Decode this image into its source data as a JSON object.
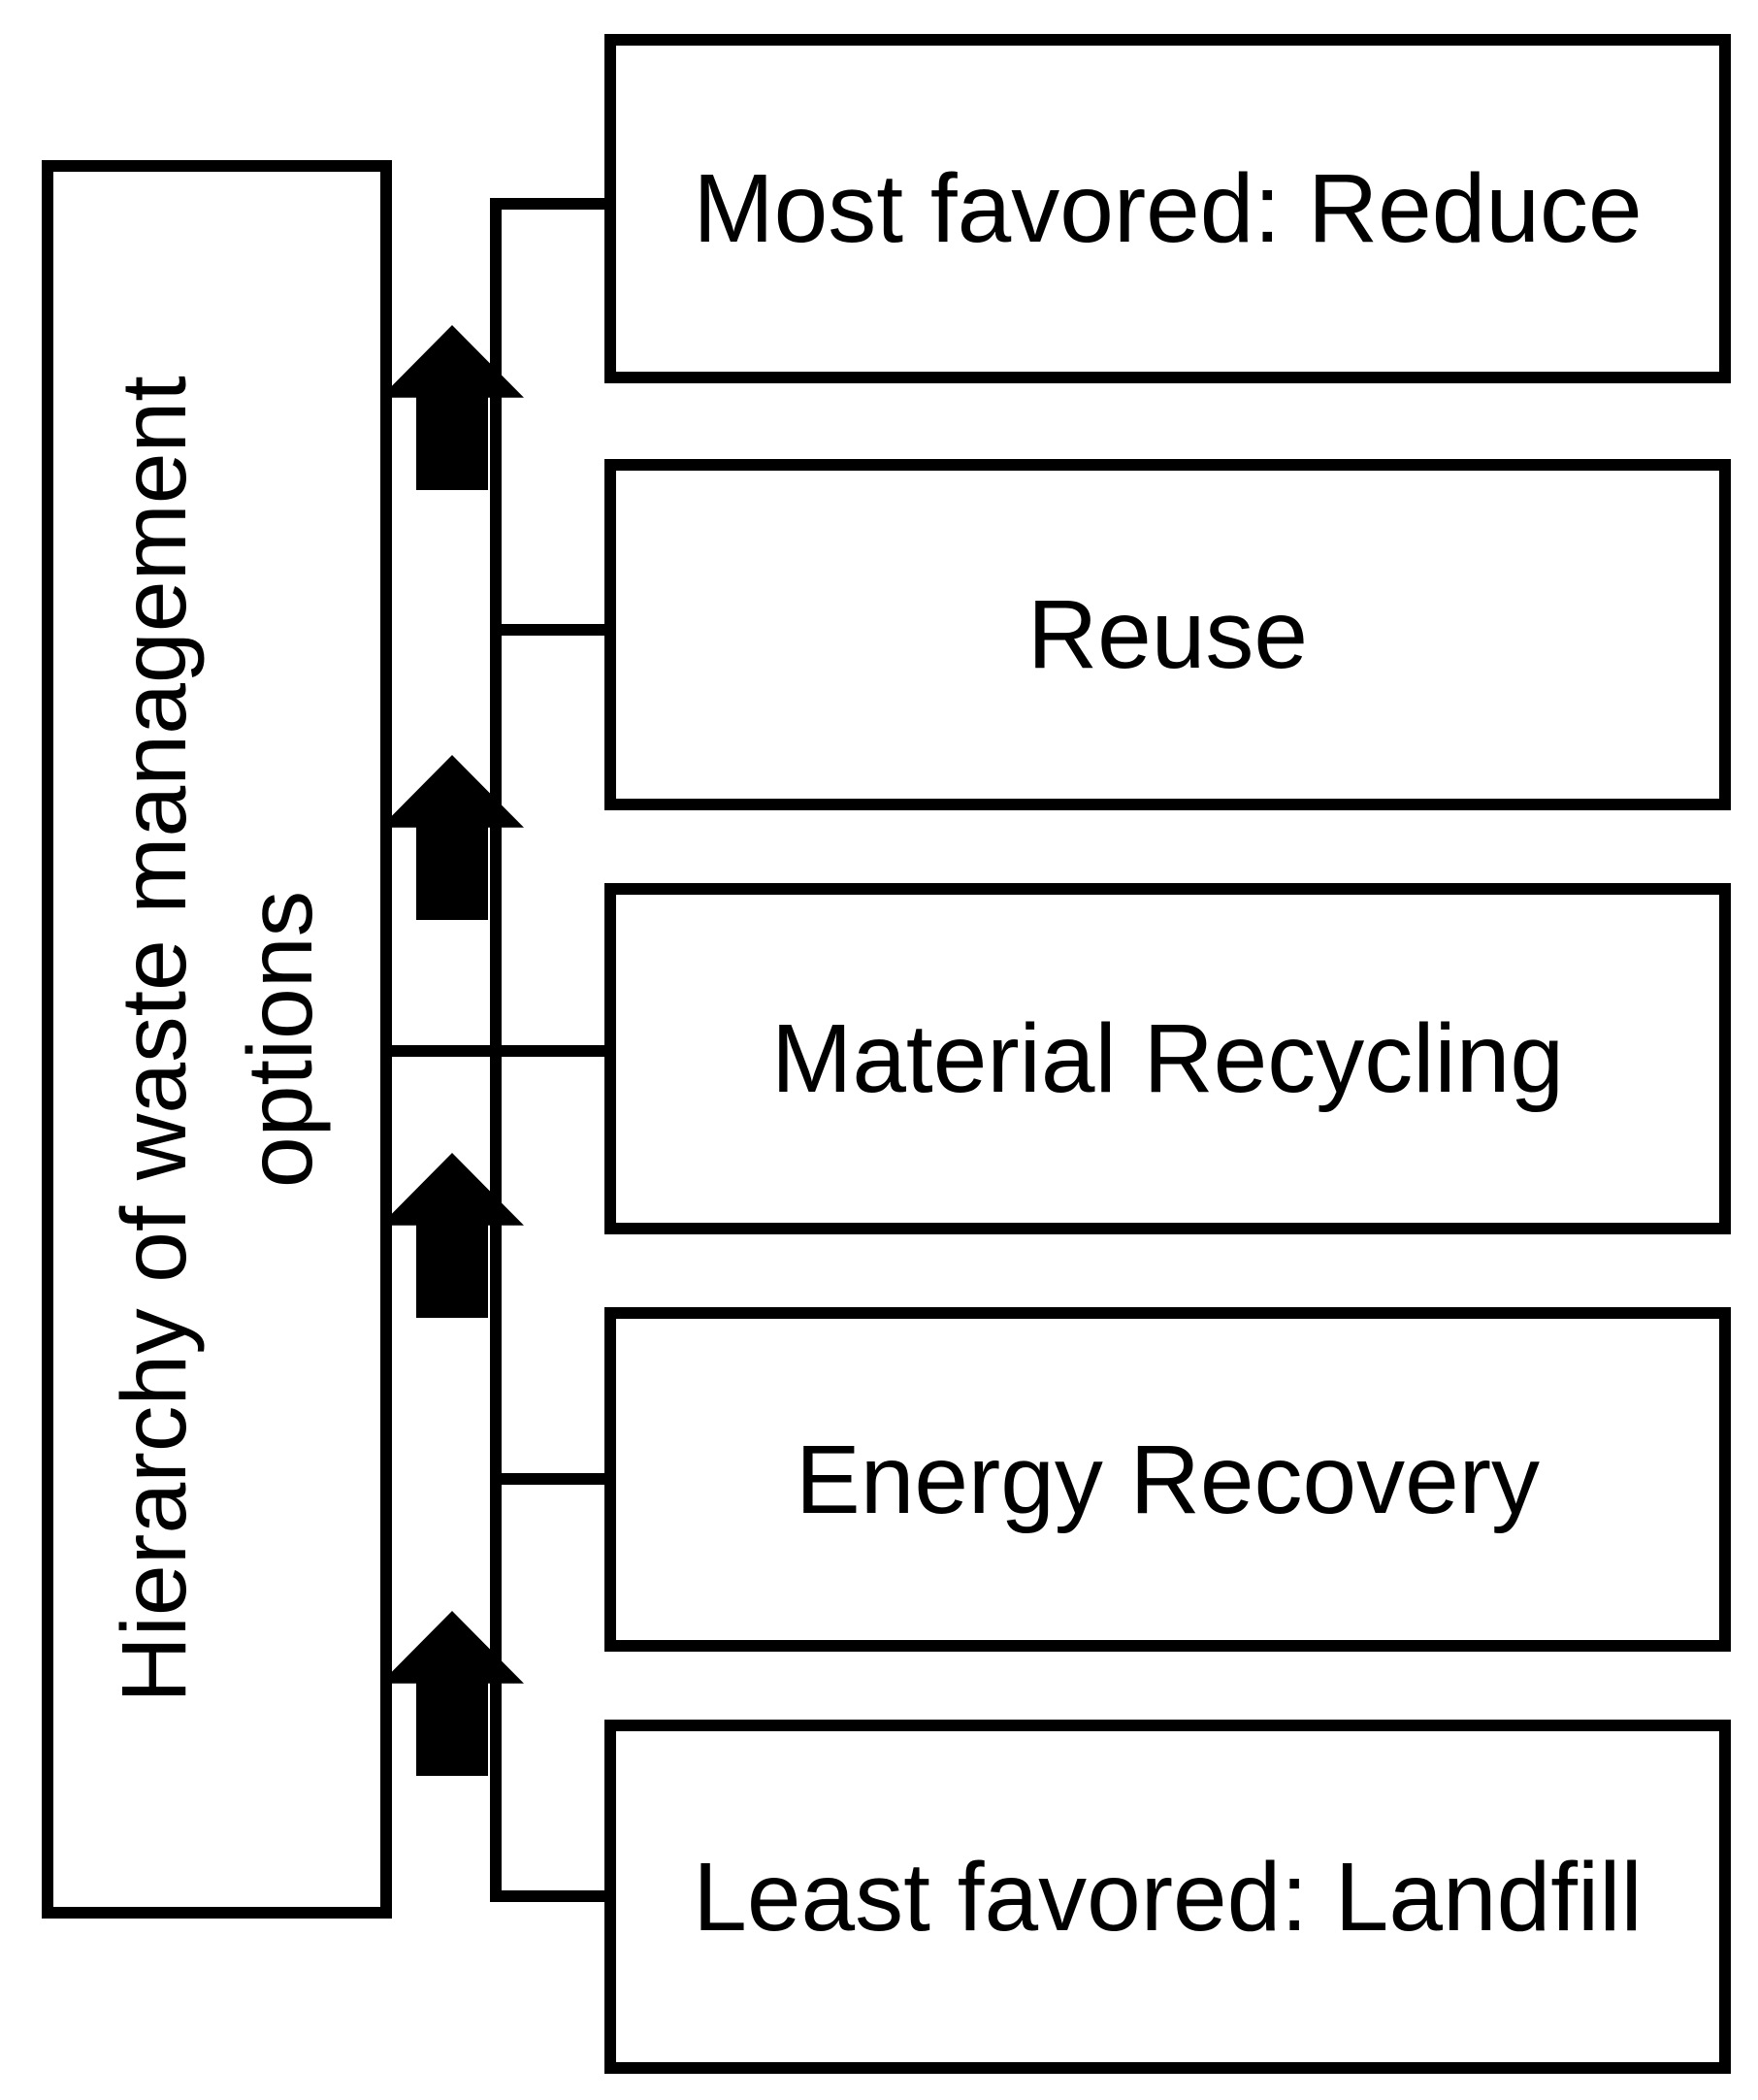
{
  "diagram": {
    "category_box": {
      "line1": "Hierarchy of waste management",
      "line2": "options"
    },
    "options": [
      {
        "label": "Most favored: Reduce"
      },
      {
        "label": "Reuse"
      },
      {
        "label": "Material Recycling"
      },
      {
        "label": "Energy Recovery"
      },
      {
        "label": "Least favored: Landfill"
      }
    ],
    "arrow_direction": "up",
    "colors": {
      "stroke": "#000000",
      "text": "#000000",
      "background": "#ffffff"
    }
  }
}
